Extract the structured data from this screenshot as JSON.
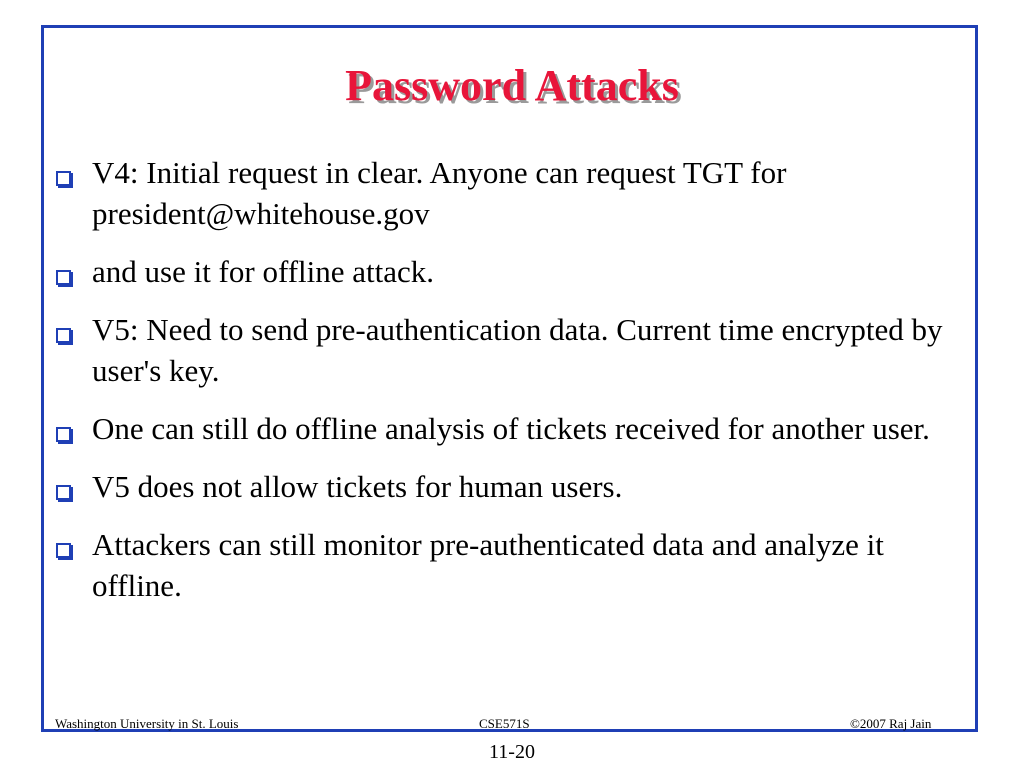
{
  "slide": {
    "title": "Password Attacks",
    "bullets": [
      "V4: Initial request in clear. Anyone can request TGT for president@whitehouse.gov",
      "and use it for offline attack.",
      "V5: Need to send pre-authentication data. Current time encrypted by user's key.",
      "One can still do offline analysis of tickets received for another user.",
      "V5 does not allow tickets for human users.",
      "Attackers can still monitor pre-authenticated data and analyze it offline."
    ],
    "bullet_icon": "hollow-square-bullet-icon",
    "footer": {
      "left": "Washington University in St. Louis",
      "center": "CSE571S",
      "right": "©2007 Raj Jain"
    },
    "page_number": "11-20"
  },
  "colors": {
    "title": "#e8153a",
    "frame": "#1f3fb5",
    "bullet": "#1f3fb5",
    "text": "#000000"
  }
}
